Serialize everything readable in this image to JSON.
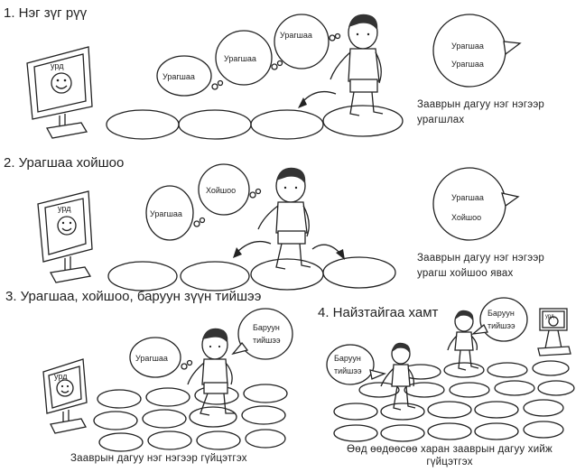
{
  "sections": [
    {
      "title": "1. Нэг зүг рүү",
      "board_label": "урд",
      "thoughts": [
        "Урагшаа",
        "Урагшаа",
        "Урагшаа"
      ],
      "speech": [
        "Урагшаа",
        "Урагшаа"
      ],
      "caption": [
        "Зааврын дагуу нэг нэгээр",
        "урагшлах"
      ]
    },
    {
      "title": "2. Урагшаа хойшоо",
      "board_label": "урд",
      "thoughts": [
        "Урагшаа",
        "Хойшоо"
      ],
      "speech": [
        "Урагшаа",
        "Хойшоо"
      ],
      "caption": [
        "Зааврын  дагуу  нэг  нэгээр",
        "урагш хойшоо явах"
      ]
    },
    {
      "title": "3. Урагшаа, хойшоо, баруун зүүн тийшээ",
      "board_label": "урд",
      "thoughts": [
        "Урагшаа"
      ],
      "speech": [
        "Баруун",
        "тийшээ"
      ],
      "caption": [
        "Зааврын дагуу нэг нэгээр гүйцэтгэх"
      ]
    },
    {
      "title": "4. Найзтайгаа хамт",
      "board_label": "урд",
      "speech_left": [
        "Баруун",
        "тийшээ"
      ],
      "speech_right": [
        "Баруун",
        "тийшээ"
      ],
      "caption": [
        "Өөд өөдөөсөө харан зааврын дагуу хийж",
        "гүйцэтгэх"
      ]
    }
  ]
}
